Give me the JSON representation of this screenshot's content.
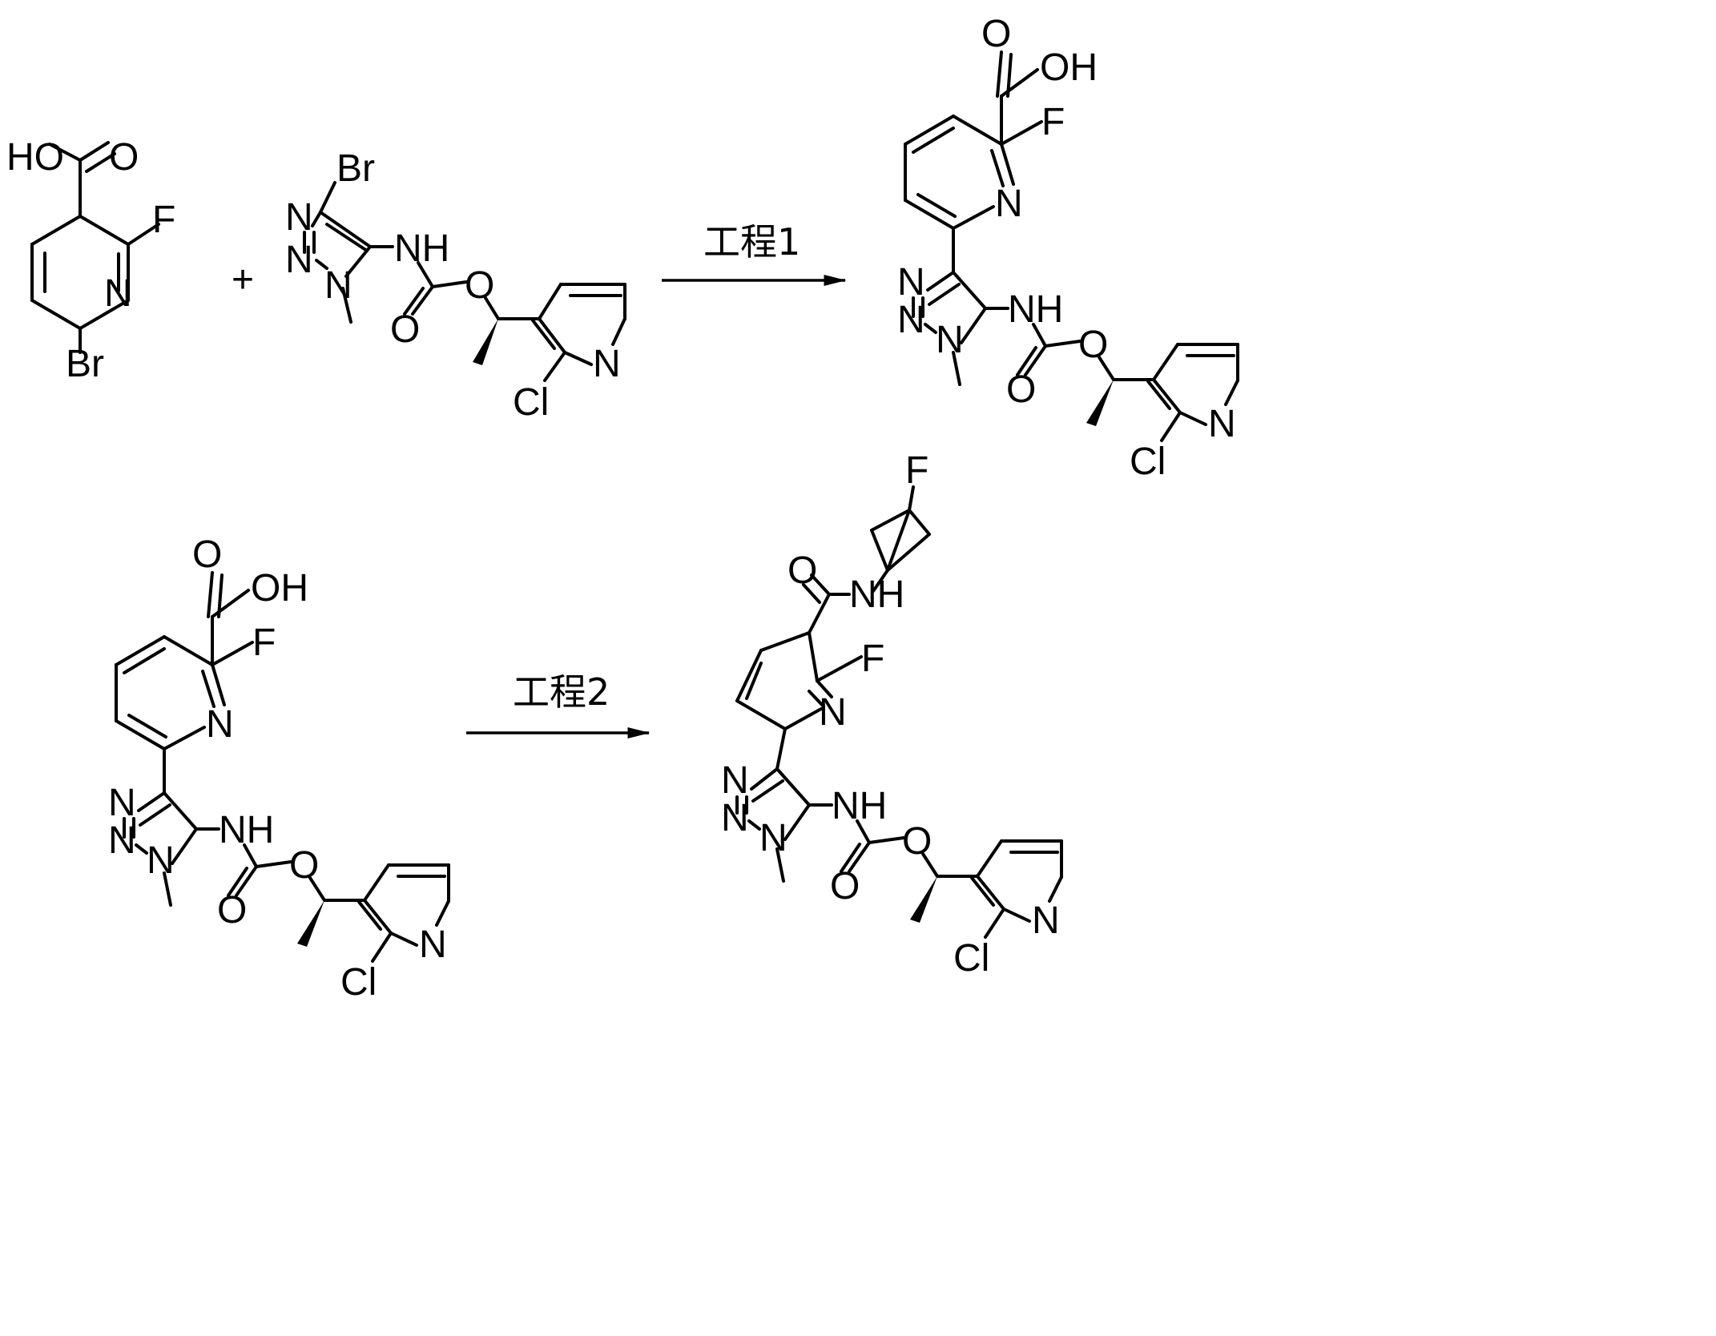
{
  "scheme": {
    "plus": "+",
    "steps": [
      {
        "label": "工程1"
      },
      {
        "label": "工程2"
      }
    ]
  },
  "atoms": {
    "OH": "OH",
    "HO": "HO",
    "O": "O",
    "F": "F",
    "N": "N",
    "Br": "Br",
    "Cl": "Cl",
    "NH": "NH"
  },
  "colors": {
    "ink": "#000000",
    "background": "#ffffff"
  }
}
